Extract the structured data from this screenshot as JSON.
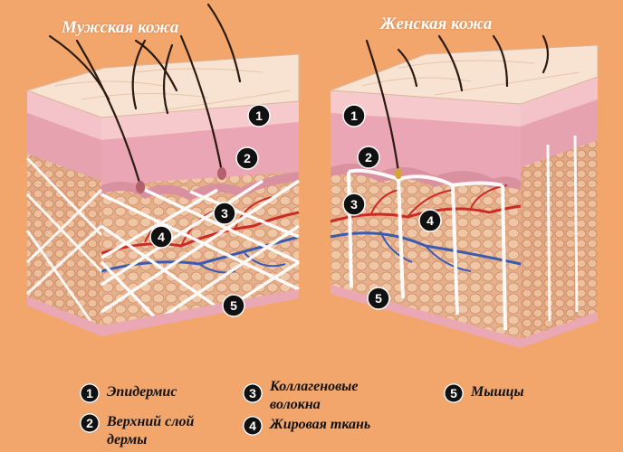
{
  "titles": {
    "male": "Мужская кожа",
    "female": "Женская кожа"
  },
  "markers": {
    "n1": "1",
    "n2": "2",
    "n3": "3",
    "n4": "4",
    "n5": "5"
  },
  "legend": [
    {
      "num": "1",
      "line1": "Эпидермис",
      "line2": ""
    },
    {
      "num": "2",
      "line1": "Верхний слой",
      "line2": "дермы"
    },
    {
      "num": "3",
      "line1": "Коллагеновые",
      "line2": "волокна"
    },
    {
      "num": "4",
      "line1": "Жировая ткань",
      "line2": ""
    },
    {
      "num": "5",
      "line1": "Мышцы",
      "line2": ""
    }
  ],
  "colors": {
    "background": "#f3a66c",
    "epidermis": "#f7dccb",
    "dermis": "#e9a7b5",
    "fat": "#e9b48f",
    "collagen": "#ffffff",
    "artery": "#cc2a24",
    "vein": "#3b5bb0",
    "marker": "#111111"
  }
}
